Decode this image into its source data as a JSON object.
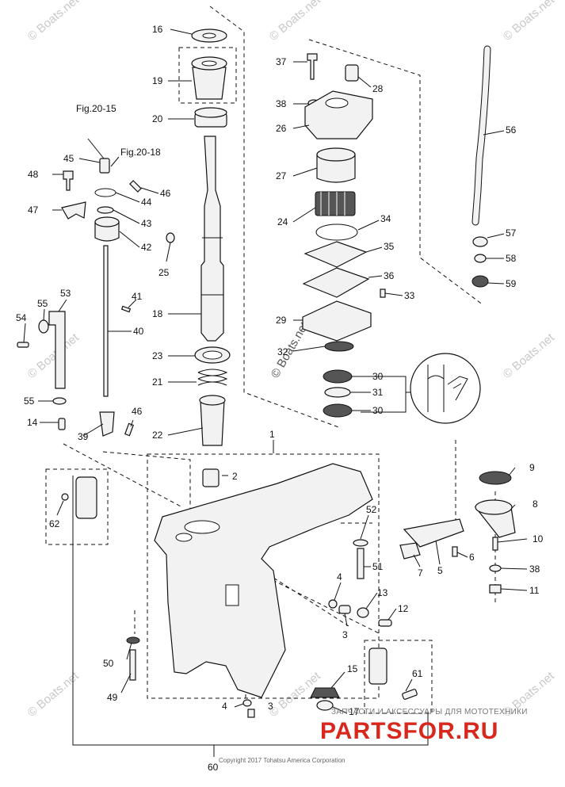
{
  "watermark": "© Boats.net",
  "references": [
    "Fig.20-15",
    "Fig.20-18"
  ],
  "parts": [
    "1",
    "2",
    "3",
    "4",
    "5",
    "6",
    "7",
    "8",
    "9",
    "10",
    "11",
    "12",
    "13",
    "14",
    "15",
    "16",
    "17",
    "18",
    "19",
    "20",
    "21",
    "22",
    "23",
    "24",
    "25",
    "26",
    "27",
    "28",
    "29",
    "30",
    "31",
    "32",
    "33",
    "34",
    "35",
    "36",
    "37",
    "38",
    "39",
    "40",
    "41",
    "42",
    "43",
    "44",
    "45",
    "46",
    "47",
    "48",
    "49",
    "50",
    "51",
    "52",
    "53",
    "54",
    "55",
    "56",
    "57",
    "58",
    "59",
    "60",
    "61",
    "62"
  ],
  "copyright": "Copyright 2017 Tohatsu America Corporation",
  "brand": {
    "tagline": "ЗАПЧАСТИ И АКСЕССУАРЫ ДЛЯ МОТОТЕХНИКИ",
    "name": "PARTSFOR.RU",
    "color": "#d8271c"
  }
}
